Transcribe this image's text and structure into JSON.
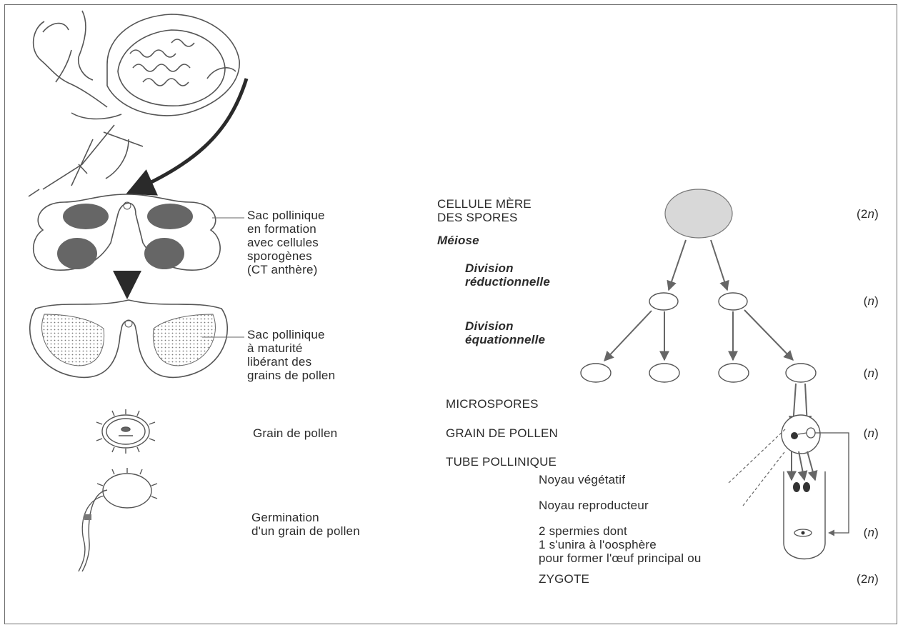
{
  "left_labels": {
    "sac_formation": "Sac pollinique\nen formation\navec cellules\nsporogènes\n(CT anthère)",
    "sac_maturite": "Sac pollinique\nà maturité\nlibérant des\ngrains de pollen",
    "grain": "Grain de pollen",
    "germination": "Germination\nd'un grain de pollen"
  },
  "middle_labels": {
    "cellule_mere": "CELLULE MÈRE\nDES SPORES",
    "meiose": "Méiose",
    "division_reductionnelle": "Division\nréductionnelle",
    "division_equationnelle": "Division\néquationnelle",
    "microspores": "MICROSPORES",
    "grain_de_pollen": "GRAIN DE POLLEN",
    "tube_pollinique": "TUBE POLLINIQUE",
    "noyau_vegetatif": "Noyau végétatif",
    "noyau_reproducteur": "Noyau reproducteur",
    "spermies": "2 spermies dont\n1 s'unira à l'oosphère\npour former l'œuf principal ou",
    "zygote": "ZYGOTE"
  },
  "ploidy": {
    "p1": {
      "n": "2",
      "v": "n"
    },
    "p2": {
      "n": "",
      "v": "n"
    },
    "p3": {
      "n": "",
      "v": "n"
    },
    "p4": {
      "n": "",
      "v": "n"
    },
    "p5": {
      "n": "",
      "v": "n"
    },
    "p6": {
      "n": "2",
      "v": "n"
    }
  }
}
